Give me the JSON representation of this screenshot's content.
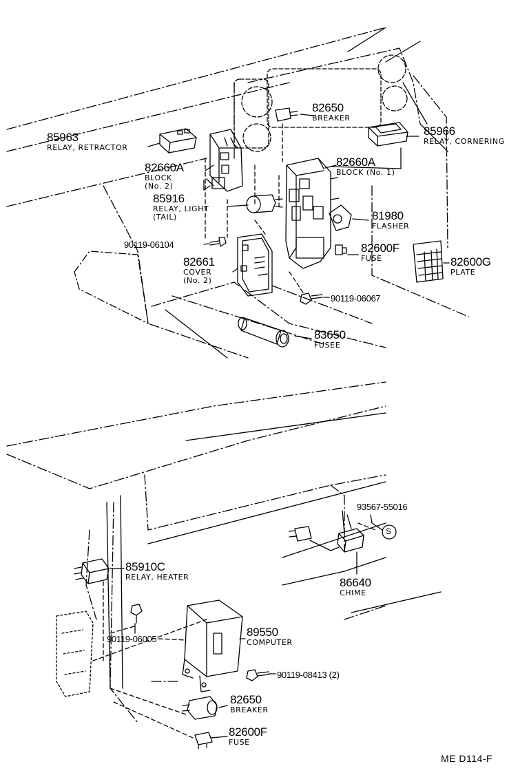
{
  "labels": {
    "p85963": {
      "num": "85963",
      "name": "RELAY, RETRACTOR"
    },
    "p82650a": {
      "num": "82650",
      "name": "BREAKER"
    },
    "p85966": {
      "num": "85966",
      "name": "RELAY, CORNERING"
    },
    "p82660a2": {
      "num": "82660A",
      "name": "BLOCK",
      "sub": "(No. 2)"
    },
    "p82660a1": {
      "num": "82660A",
      "name": "BLOCK (No. 1)"
    },
    "p85916": {
      "num": "85916",
      "name": "RELAY, LIGHT",
      "sub": "(TAIL)"
    },
    "p81980": {
      "num": "81980",
      "name": "FLASHER"
    },
    "p9011906104": {
      "num": "90119-06104"
    },
    "p82600fa": {
      "num": "82600F",
      "name": "FUSE"
    },
    "p82600g": {
      "num": "82600G",
      "name": "PLATE"
    },
    "p82661": {
      "num": "82661",
      "name": "COVER",
      "sub": "(No. 2)"
    },
    "p9011906067": {
      "num": "90119-06067"
    },
    "p83650": {
      "num": "83650",
      "name": "FUSEE"
    },
    "p9356755016": {
      "num": "93567-55016"
    },
    "p85910c": {
      "num": "85910C",
      "name": "RELAY, HEATER"
    },
    "p86640": {
      "num": "86640",
      "name": "CHIME"
    },
    "p89550": {
      "num": "89550",
      "name": "COMPUTER"
    },
    "p9011906005": {
      "num": "90119-06005"
    },
    "p9011908413": {
      "num": "90119-08413 (2)"
    },
    "p82650b": {
      "num": "82650",
      "name": "BREAKER"
    },
    "p82600fb": {
      "num": "82600F",
      "name": "FUSE"
    }
  },
  "s_mark": "S",
  "diagram_code": "ME  D114-F"
}
